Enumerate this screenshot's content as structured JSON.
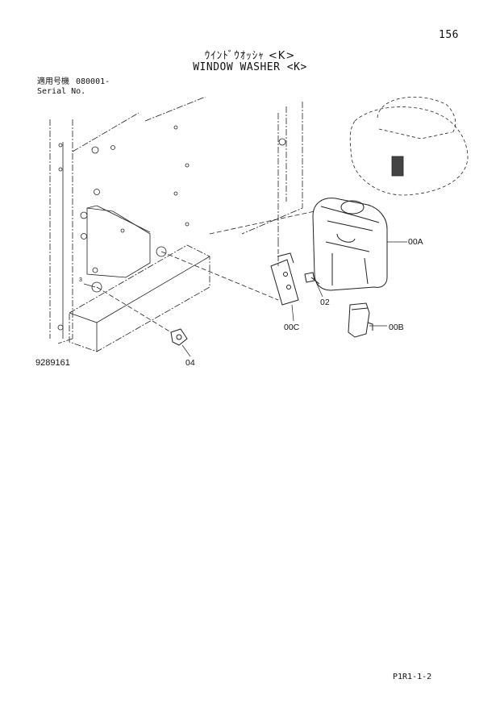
{
  "page_number": "156",
  "title_jp": "ｳｲﾝﾄﾞｳｵｯｼｬ <K>",
  "title_en": "WINDOW WASHER <K>",
  "serial": {
    "label_jp": "適用号機",
    "value": "080001-",
    "label_en": "Serial No."
  },
  "part_labels": {
    "tank": "00A",
    "pump": "00B",
    "bracket": "00C",
    "bolt": "02",
    "clip": "04",
    "small_mark": "3"
  },
  "drawing_number": "9289161",
  "page_code": "P1R1-1-2"
}
